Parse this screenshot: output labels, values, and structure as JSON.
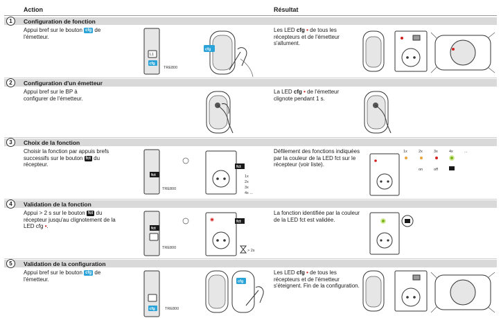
{
  "header": {
    "action": "Action",
    "result": "Résultat"
  },
  "badges": {
    "cfg": "cfg",
    "fct": "fct"
  },
  "steps": [
    {
      "number": "1",
      "title": "Configuration de fonction",
      "action_before": "Appui bref sur le bouton ",
      "action_badge": "cfg",
      "action_after": " de l'émetteur.",
      "result_before": "Les LED ",
      "result_bold": "cfg",
      "result_after": " de tous les récepteurs et de l'émetteur s'allument.",
      "device_label": "TRE800"
    },
    {
      "number": "2",
      "title": "Configuration d'un émetteur",
      "action_before": "Appui bref sur le BP à configurer de l'émetteur.",
      "result_before": "La LED ",
      "result_bold": "cfg",
      "result_after": " de l'émetteur clignote pendant 1 s."
    },
    {
      "number": "3",
      "title": "Choix de la fonction",
      "action_before": "Choisir la fonction par appuis brefs successifs sur le bouton ",
      "action_badge": "fct",
      "action_after": " du récepteur.",
      "result_before": "Défilement des fonctions indiquées par la couleur de la LED fct sur le récepteur (voir liste).",
      "device_label": "TRE800",
      "press_counts": [
        "1x",
        "2x",
        "3x",
        "4x",
        "..."
      ],
      "function_labels": [
        "on",
        "off"
      ],
      "press_list": [
        "1x",
        "2x",
        "3x",
        "4x ..."
      ]
    },
    {
      "number": "4",
      "title": "Validation de la fonction",
      "action_before": "Appui > 2 s sur le bouton ",
      "action_badge": "fct",
      "action_after": " du récepteur jusqu'au clignotement de la LED cfg ",
      "result_before": "La fonction identifiée par la couleur de la LED fct est validée.",
      "device_label": "TRE800",
      "hold_label": "> 2s"
    },
    {
      "number": "5",
      "title": "Validation de la configuration",
      "action_before": "Appui bref sur le bouton ",
      "action_badge": "cfg",
      "action_after": " de l'émetteur.",
      "result_before": "Les LED ",
      "result_bold": "cfg",
      "result_after": " de tous les récepteurs et de l'émetteur s'éteignent. Fin de la configuration.",
      "device_label": "TRE800"
    }
  ],
  "colors": {
    "cfg": "#2aa3d8",
    "fct": "#1a1a1a",
    "led_red": "#d02020",
    "led_green": "#7ab51d",
    "bar": "#d9d9d9"
  }
}
